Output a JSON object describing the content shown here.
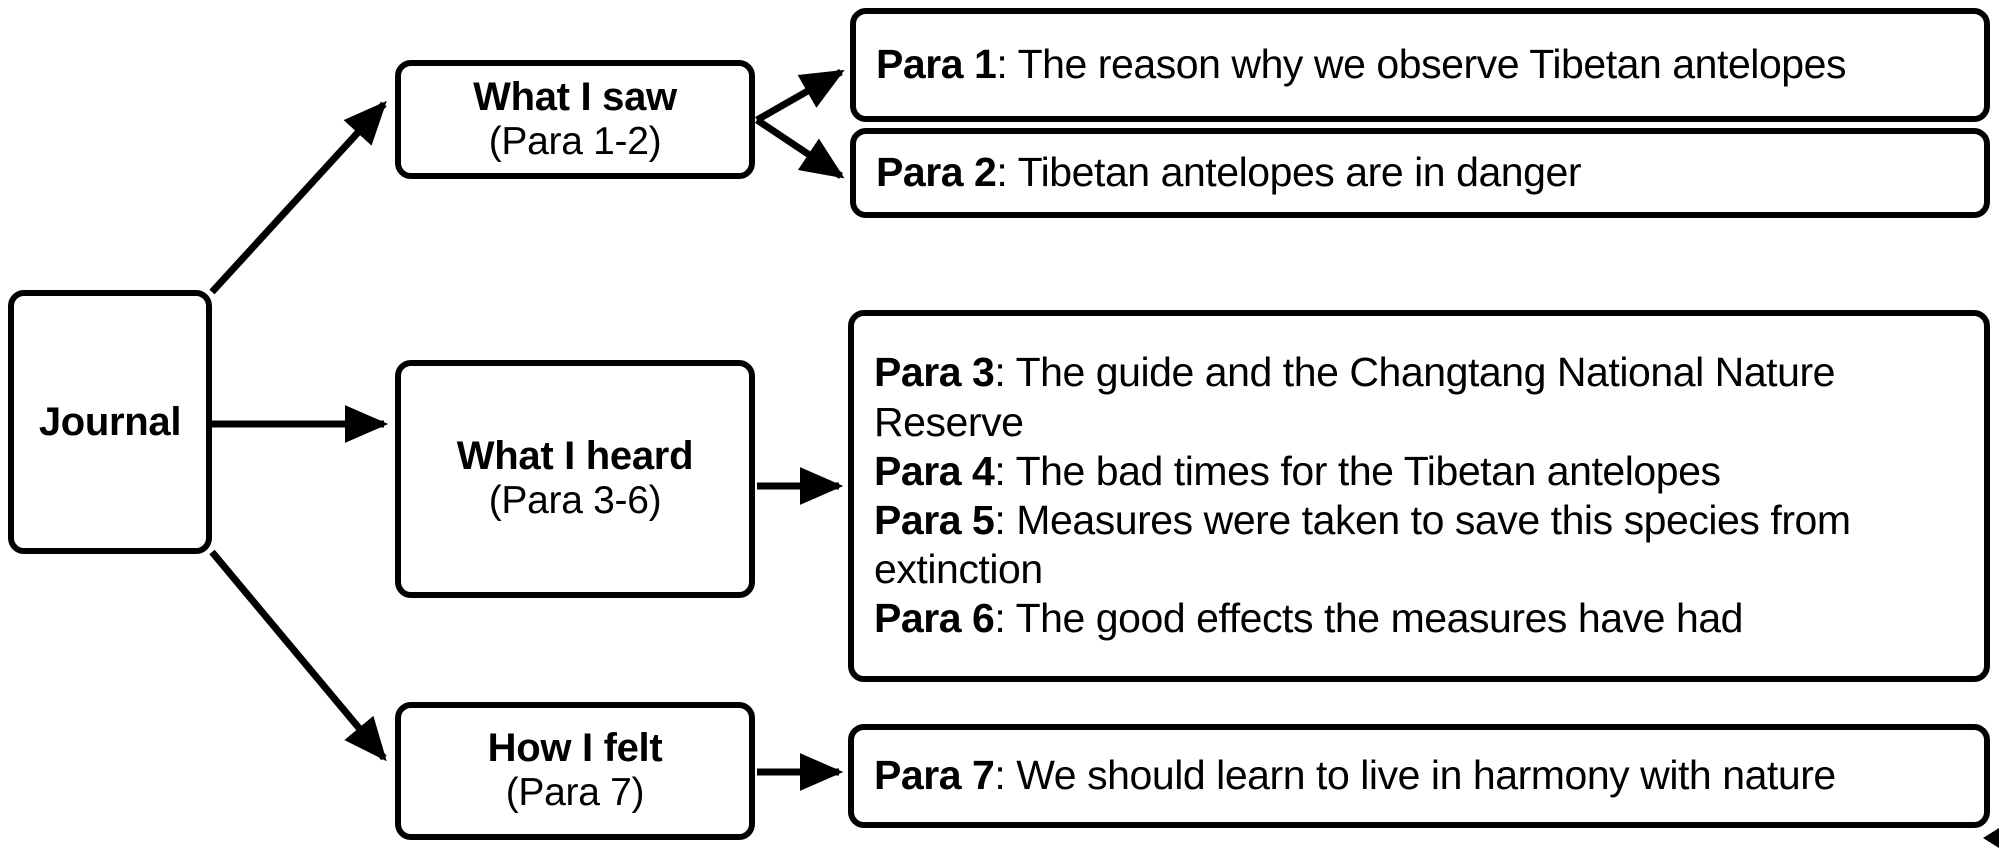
{
  "diagram": {
    "type": "tree-mindmap",
    "title": "Journal text structure outline",
    "background_color": "#ffffff",
    "stroke_color": "#000000",
    "root": {
      "id": "journal",
      "label": "Journal"
    },
    "branches": [
      {
        "id": "what-saw",
        "title": "What I saw",
        "subtitle": "(Para 1-2)",
        "details": [
          {
            "tag": "Para 1",
            "sep": ": ",
            "text": "The reason why we observe Tibetan antelopes"
          },
          {
            "tag": "Para 2",
            "sep": ": ",
            "text": "Tibetan antelopes are in danger"
          }
        ]
      },
      {
        "id": "what-heard",
        "title": "What I heard",
        "subtitle": "(Para 3-6)",
        "details": [
          {
            "tag": "Para 3",
            "sep": ": ",
            "text": "The guide and the Changtang National Nature Reserve"
          },
          {
            "tag": "Para 4",
            "sep": ": ",
            "text": "The bad times for the Tibetan antelopes"
          },
          {
            "tag": "Para 5",
            "sep": ": ",
            "text": "Measures were taken to save this species from extinction"
          },
          {
            "tag": "Para 6",
            "sep": ": ",
            "text": "The good effects the measures have had"
          }
        ]
      },
      {
        "id": "how-felt",
        "title": "How I felt",
        "subtitle": "(Para 7)",
        "details": [
          {
            "tag": "Para 7",
            "sep": ": ",
            "text": "We should learn to live in harmony with nature"
          }
        ]
      }
    ],
    "connectors": [
      {
        "from": "journal",
        "to": "what-saw",
        "style": "arrow"
      },
      {
        "from": "journal",
        "to": "what-heard",
        "style": "arrow"
      },
      {
        "from": "journal",
        "to": "how-felt",
        "style": "arrow"
      },
      {
        "from": "what-saw",
        "to": "para-1",
        "style": "arrow"
      },
      {
        "from": "what-saw",
        "to": "para-2",
        "style": "arrow"
      },
      {
        "from": "what-heard",
        "to": "para-3-6",
        "style": "arrow"
      },
      {
        "from": "how-felt",
        "to": "para-7",
        "style": "arrow"
      }
    ]
  }
}
